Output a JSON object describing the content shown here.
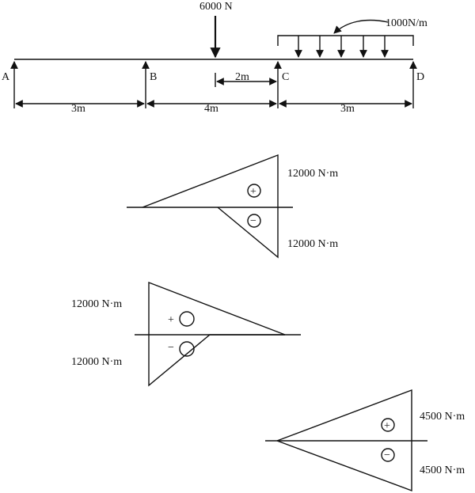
{
  "beam": {
    "support_labels": [
      "A",
      "B",
      "C",
      "D"
    ],
    "point_load": "6000 N",
    "distributed_load": "1000N/m",
    "offset_dimension": "2m",
    "span_dimensions": [
      "3m",
      "4m",
      "3m"
    ]
  },
  "diagrams": [
    {
      "top_value": "12000 N·m",
      "bottom_value": "12000 N·m",
      "plus": "+",
      "minus": "−"
    },
    {
      "top_value": "12000 N·m",
      "bottom_value": "12000 N·m",
      "plus": "+",
      "minus": "−"
    },
    {
      "top_value": "4500 N·m",
      "bottom_value": "4500 N·m",
      "plus": "+",
      "minus": "−"
    }
  ]
}
